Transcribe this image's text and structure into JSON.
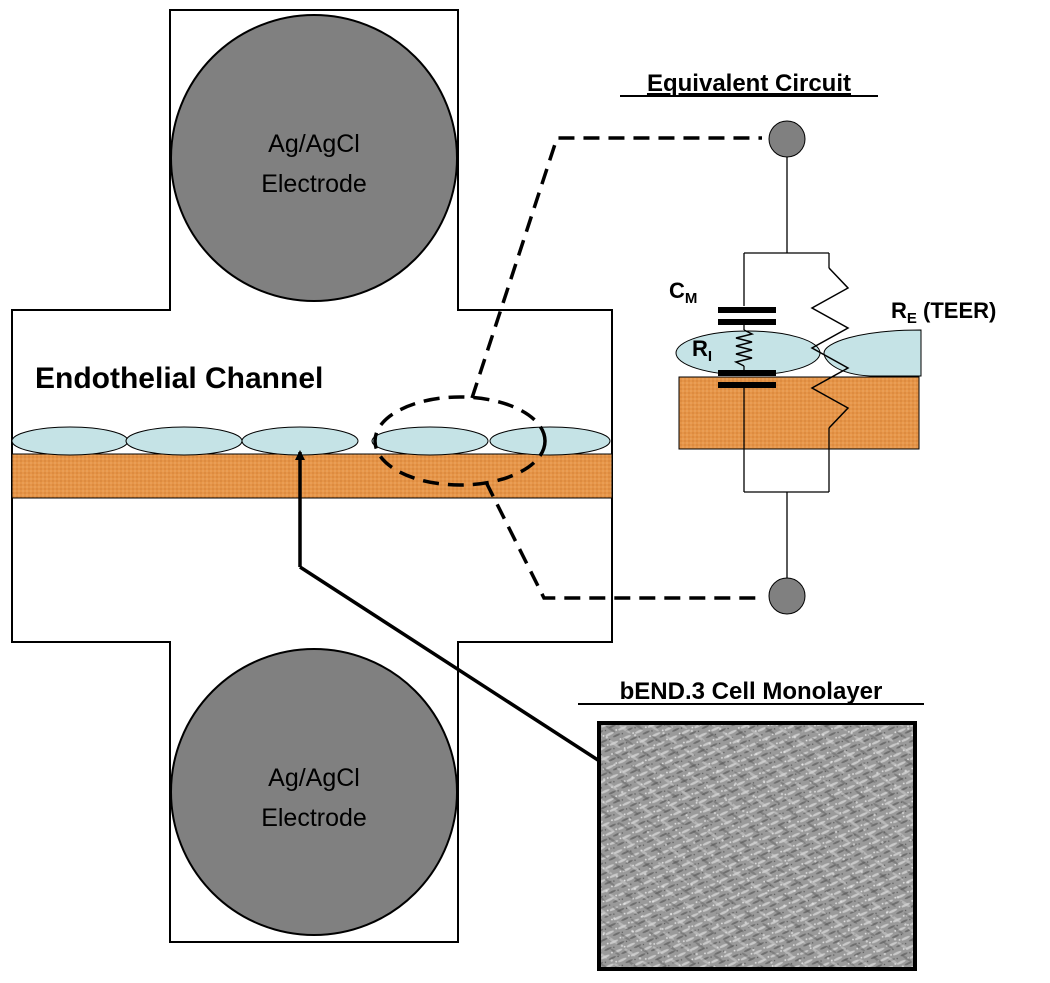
{
  "electrode_top": {
    "line1": "Ag/AgCl",
    "line2": "Electrode"
  },
  "electrode_bottom": {
    "line1": "Ag/AgCl",
    "line2": "Electrode"
  },
  "channel_label": "Endothelial Channel",
  "circuit": {
    "title": "Equivalent Circuit",
    "cm": {
      "main": "C",
      "sub": "M"
    },
    "ri": {
      "main": "R",
      "sub": "I"
    },
    "re": {
      "main": "R",
      "sub": "E",
      "suffix": " (TEER)"
    }
  },
  "micrograph_title": "bEND.3 Cell Monolayer",
  "colors": {
    "electrode": "#808080",
    "cell": "#c5e3e6",
    "membrane": "#e69548",
    "line": "#000000"
  }
}
